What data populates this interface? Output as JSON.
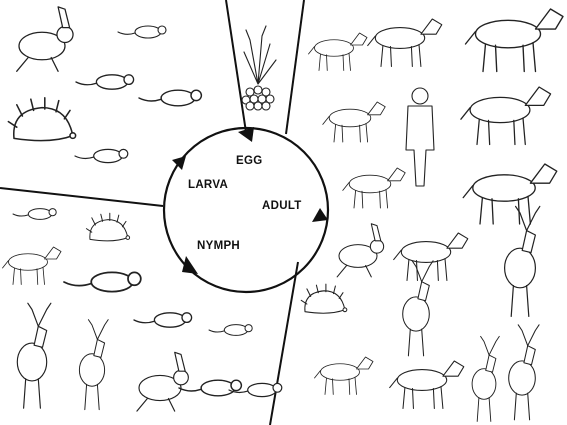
{
  "stages": {
    "egg": "EGG",
    "larva": "LARVA",
    "nymph": "NYMPH",
    "adult": "ADULT"
  },
  "regions": {
    "top_left": [
      "hare",
      "mouse",
      "vole",
      "mole",
      "hedgehog",
      "mouse"
    ],
    "top_center": [
      "grass",
      "eggs"
    ],
    "bottom_left": [
      "mouse",
      "hedgehog",
      "dog",
      "weasel",
      "mole",
      "mouse",
      "deer",
      "deer",
      "hare",
      "squirrel",
      "vole"
    ],
    "right": [
      "dog",
      "donkey",
      "cow",
      "sheep",
      "human",
      "horse",
      "goat",
      "buffalo",
      "hare",
      "wolf",
      "moose",
      "hedgehog",
      "deer",
      "fox",
      "boar",
      "deer",
      "deer"
    ]
  },
  "colors": {
    "line": "#222222",
    "arrow": "#111111",
    "background": "#ffffff"
  }
}
